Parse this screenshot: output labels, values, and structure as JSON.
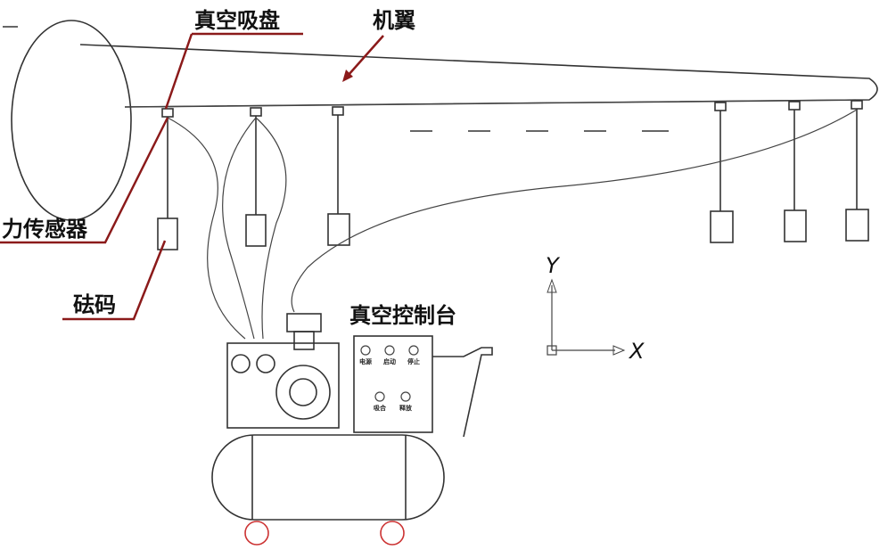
{
  "labels": {
    "suction_cup": "真空吸盘",
    "wing": "机翼",
    "force_sensor": "力传感器",
    "weight": "砝码",
    "vacuum_console": "真空控制台"
  },
  "axes": {
    "x": "X",
    "y": "Y"
  },
  "console_buttons": [
    "电源",
    "启动",
    "停止",
    "吸合",
    "释放"
  ],
  "colors": {
    "leader_line": "#8b1a1a",
    "drawing": "#333333"
  }
}
